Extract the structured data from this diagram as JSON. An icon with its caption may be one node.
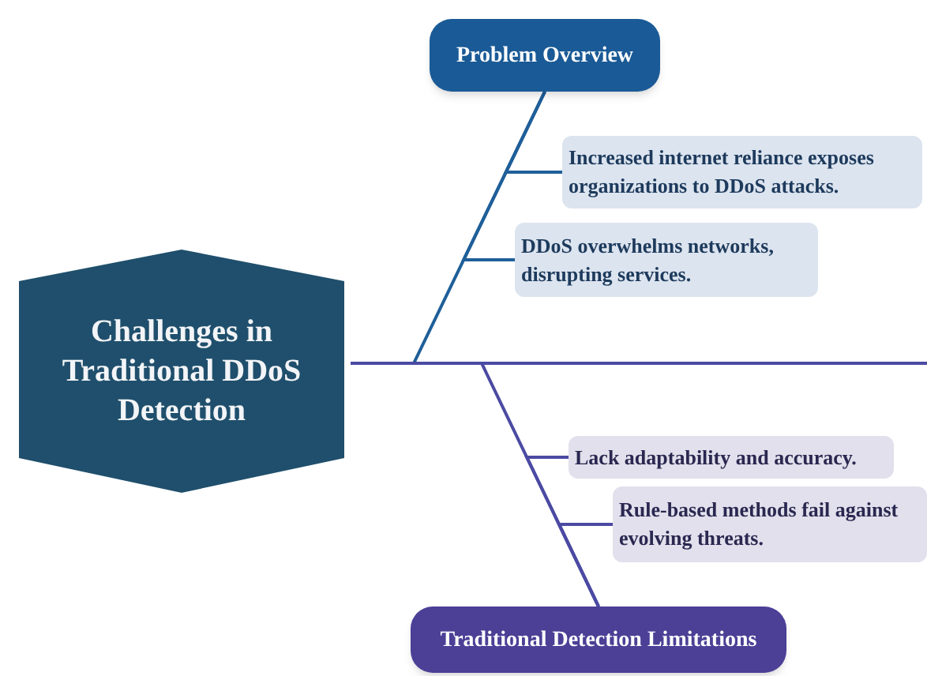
{
  "diagram": {
    "nodes": [
      {
        "text": [
          "Challenges in Traditional DDoS Detection"
        ]
      },
      {
        "text": [
          "Problem Overview"
        ]
      },
      {
        "text": [
          "Increased internet reliance exposes organizations to DDoS attacks."
        ]
      },
      {
        "text": [
          "DDoS overwhelms networks, disrupting services."
        ]
      },
      {
        "text": [
          "Lack adaptability and accuracy."
        ]
      },
      {
        "text": [
          "Rule-based methods fail against evolving threats."
        ]
      },
      {
        "text": [
          "Traditional Detection Limitations"
        ]
      }
    ],
    "edges": [
      {
        "from": 0,
        "to": null,
        "arrow": "none"
      },
      {
        "from": 0,
        "to": 1,
        "arrow": "none",
        "color": "#1f5f99"
      },
      {
        "from": 1,
        "to": 2,
        "arrow": "none",
        "color": "#1f5f99"
      },
      {
        "from": 1,
        "to": 3,
        "arrow": "none",
        "color": "#1f5f99"
      },
      {
        "from": 0,
        "to": 6,
        "arrow": "none"
      },
      {
        "from": 6,
        "to": 4,
        "arrow": "none"
      },
      {
        "from": 6,
        "to": 5,
        "arrow": "none"
      }
    ]
  }
}
